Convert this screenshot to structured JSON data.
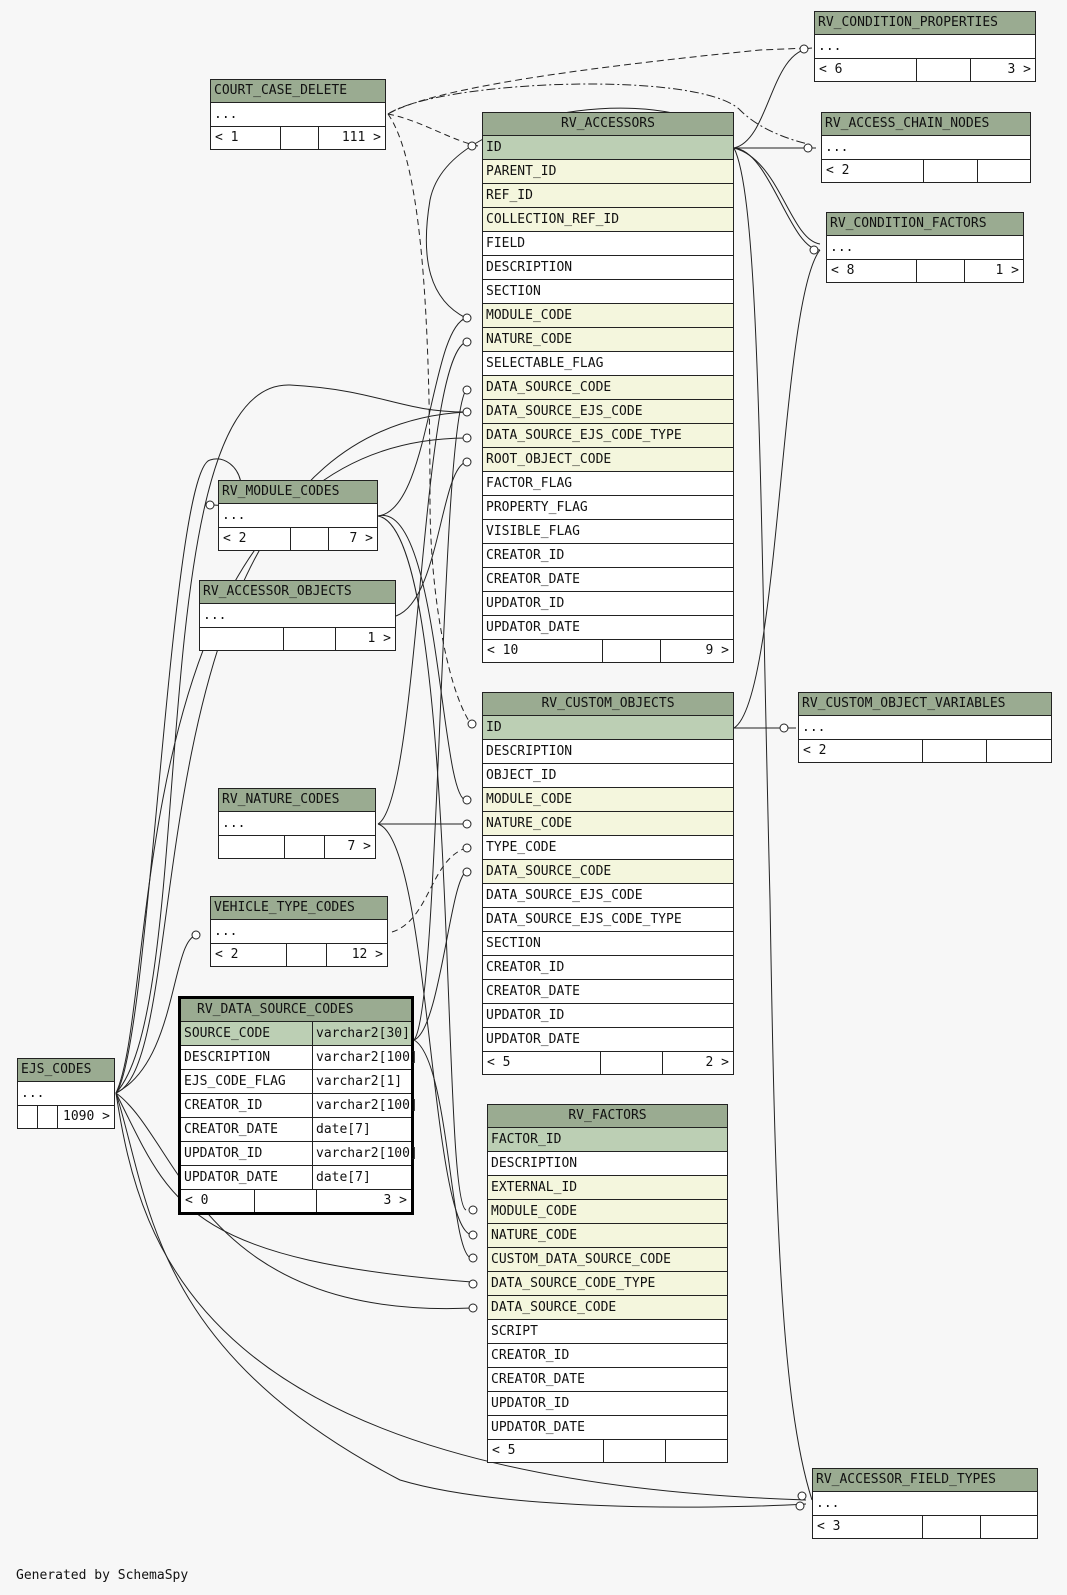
{
  "footer": "Generated by SchemaSpy",
  "colors": {
    "header": "#9aab91",
    "primary_key": "#bccfb4",
    "foreign_key": "#f4f6dd",
    "background": "#f7f7f7"
  },
  "tables": {
    "rv_condition_properties": {
      "name": "RV_CONDITION_PROPERTIES",
      "rows": [
        "..."
      ],
      "footer": [
        "< 6",
        "",
        "3 >"
      ]
    },
    "rv_access_chain_nodes": {
      "name": "RV_ACCESS_CHAIN_NODES",
      "rows": [
        "..."
      ],
      "footer": [
        "< 2",
        "",
        ""
      ]
    },
    "rv_condition_factors": {
      "name": "RV_CONDITION_FACTORS",
      "rows": [
        "..."
      ],
      "footer": [
        "< 8",
        "",
        "1 >"
      ]
    },
    "court_case_delete": {
      "name": "COURT_CASE_DELETE",
      "rows": [
        "..."
      ],
      "footer": [
        "< 1",
        "",
        "111 >"
      ]
    },
    "rv_accessors": {
      "name": "RV_ACCESSORS",
      "rows": [
        "ID",
        "PARENT_ID",
        "REF_ID",
        "COLLECTION_REF_ID",
        "FIELD",
        "DESCRIPTION",
        "SECTION",
        "MODULE_CODE",
        "NATURE_CODE",
        "SELECTABLE_FLAG",
        "DATA_SOURCE_CODE",
        "DATA_SOURCE_EJS_CODE",
        "DATA_SOURCE_EJS_CODE_TYPE",
        "ROOT_OBJECT_CODE",
        "FACTOR_FLAG",
        "PROPERTY_FLAG",
        "VISIBLE_FLAG",
        "CREATOR_ID",
        "CREATOR_DATE",
        "UPDATOR_ID",
        "UPDATOR_DATE"
      ],
      "footer": [
        "< 10",
        "",
        "9 >"
      ]
    },
    "rv_module_codes": {
      "name": "RV_MODULE_CODES",
      "rows": [
        "..."
      ],
      "footer": [
        "< 2",
        "",
        "7 >"
      ]
    },
    "rv_accessor_objects": {
      "name": "RV_ACCESSOR_OBJECTS",
      "rows": [
        "..."
      ],
      "footer": [
        "",
        "",
        "1 >"
      ]
    },
    "rv_custom_objects": {
      "name": "RV_CUSTOM_OBJECTS",
      "rows": [
        "ID",
        "DESCRIPTION",
        "OBJECT_ID",
        "MODULE_CODE",
        "NATURE_CODE",
        "TYPE_CODE",
        "DATA_SOURCE_CODE",
        "DATA_SOURCE_EJS_CODE",
        "DATA_SOURCE_EJS_CODE_TYPE",
        "SECTION",
        "CREATOR_ID",
        "CREATOR_DATE",
        "UPDATOR_ID",
        "UPDATOR_DATE"
      ],
      "footer": [
        "< 5",
        "",
        "2 >"
      ]
    },
    "rv_custom_object_variables": {
      "name": "RV_CUSTOM_OBJECT_VARIABLES",
      "rows": [
        "..."
      ],
      "footer": [
        "< 2",
        "",
        ""
      ]
    },
    "rv_nature_codes": {
      "name": "RV_NATURE_CODES",
      "rows": [
        "..."
      ],
      "footer": [
        "",
        "",
        "7 >"
      ]
    },
    "vehicle_type_codes": {
      "name": "VEHICLE_TYPE_CODES",
      "rows": [
        "..."
      ],
      "footer": [
        "< 2",
        "",
        "12 >"
      ]
    },
    "rv_data_source_codes": {
      "name": "RV_DATA_SOURCE_CODES",
      "rows": [
        "SOURCE_CODE",
        "DESCRIPTION",
        "EJS_CODE_FLAG",
        "CREATOR_ID",
        "CREATOR_DATE",
        "UPDATOR_ID",
        "UPDATOR_DATE"
      ],
      "types": [
        "varchar2[30]",
        "varchar2[100]",
        "varchar2[1]",
        "varchar2[100]",
        "date[7]",
        "varchar2[100]",
        "date[7]"
      ],
      "footer": [
        "< 0",
        "",
        "3 >"
      ]
    },
    "ejs_codes": {
      "name": "EJS_CODES",
      "rows": [
        "..."
      ],
      "footer": [
        "",
        "",
        "1090 >"
      ]
    },
    "rv_factors": {
      "name": "RV_FACTORS",
      "rows": [
        "FACTOR_ID",
        "DESCRIPTION",
        "EXTERNAL_ID",
        "MODULE_CODE",
        "NATURE_CODE",
        "CUSTOM_DATA_SOURCE_CODE",
        "DATA_SOURCE_CODE_TYPE",
        "DATA_SOURCE_CODE",
        "SCRIPT",
        "CREATOR_ID",
        "CREATOR_DATE",
        "UPDATOR_ID",
        "UPDATOR_DATE"
      ],
      "footer": [
        "< 5",
        "",
        ""
      ]
    },
    "rv_accessor_field_types": {
      "name": "RV_ACCESSOR_FIELD_TYPES",
      "rows": [
        "..."
      ],
      "footer": [
        "< 3",
        "",
        ""
      ]
    }
  }
}
